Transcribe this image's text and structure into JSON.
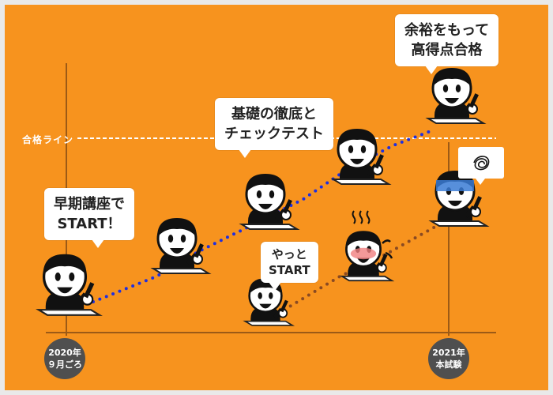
{
  "pass_line_label": "合格ライン",
  "bubbles": {
    "early": [
      "早期講座で",
      "START！"
    ],
    "basics": [
      "基礎の徹底と",
      "チェックテスト"
    ],
    "margin": [
      "余裕をもって",
      "高得点合格"
    ],
    "finally": [
      "やっと",
      "START"
    ]
  },
  "dates": {
    "start": [
      "2020年",
      "９月ごろ"
    ],
    "exam": [
      "2021年",
      "本試験"
    ]
  },
  "colors": {
    "background": "#f7931e",
    "early_path": "#1f2fe0",
    "late_path": "#8a4a22",
    "badge": "#4f4f4f"
  },
  "icons": [
    "scribble-thought-icon",
    "sweat-steam-icon"
  ]
}
